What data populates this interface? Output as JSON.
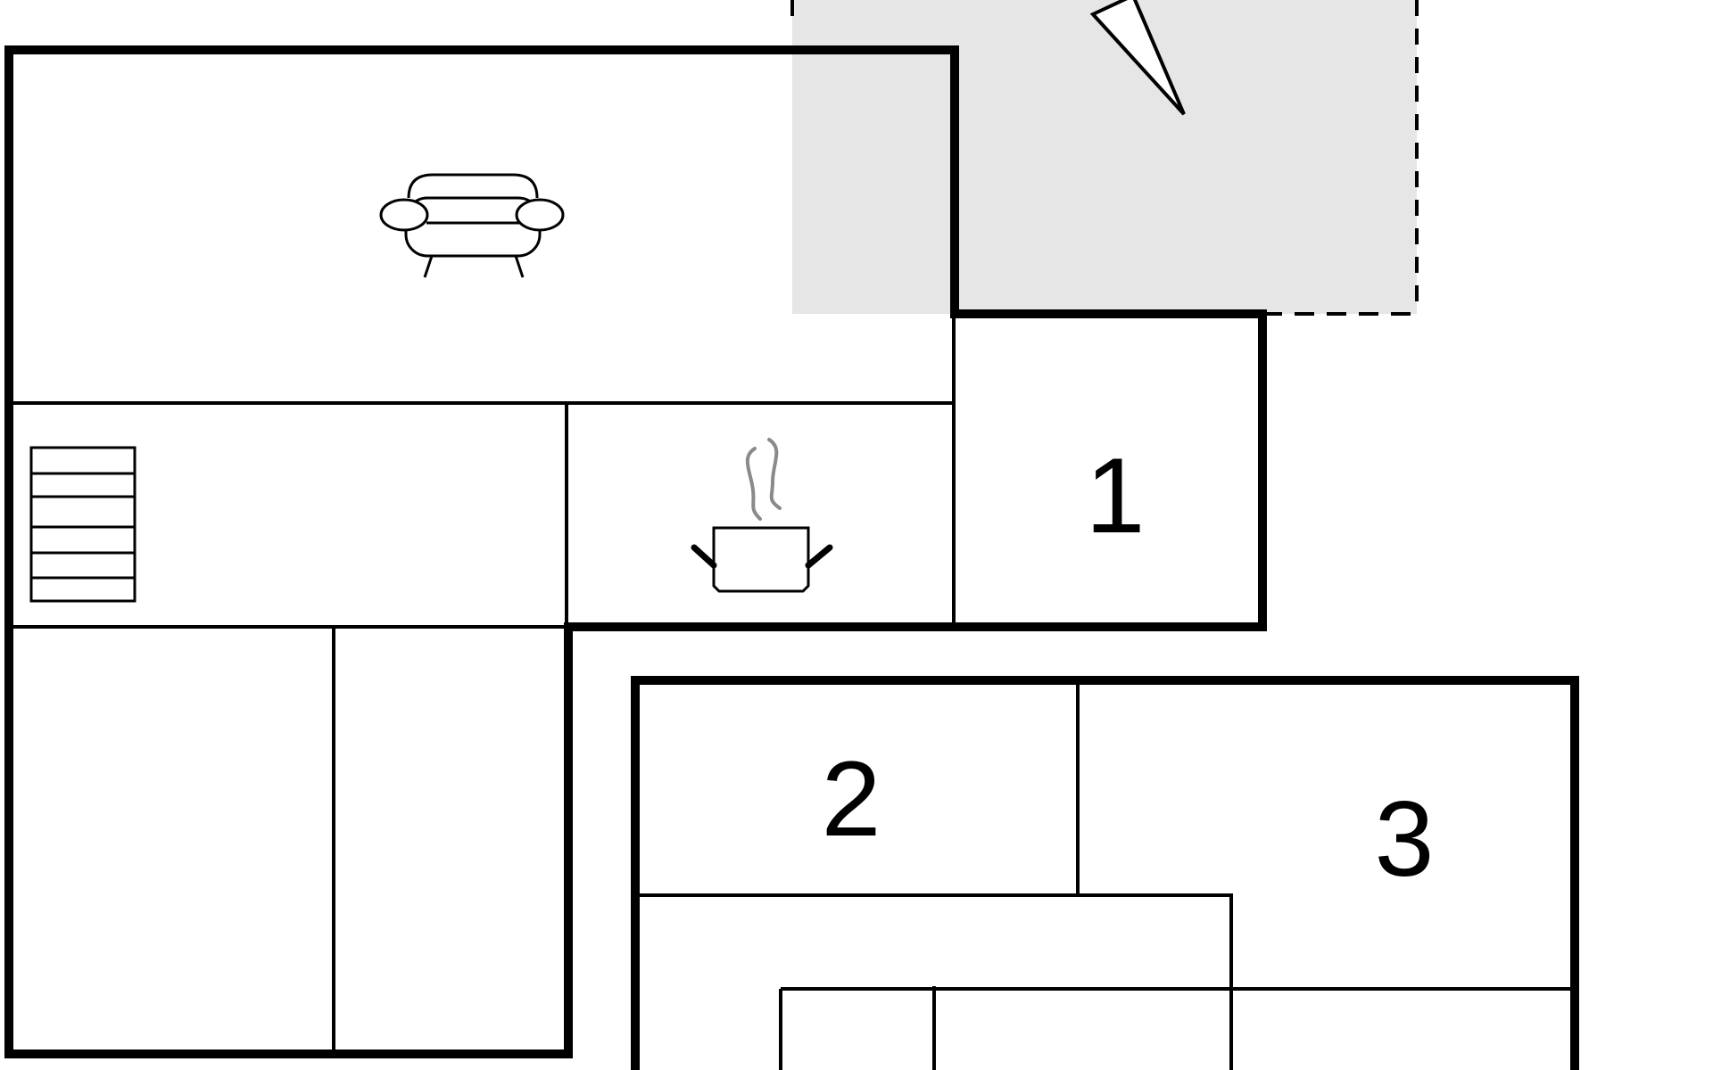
{
  "floorplan": {
    "rooms": [
      {
        "id": "bedroom-1",
        "label": "1"
      },
      {
        "id": "bedroom-2",
        "label": "2"
      },
      {
        "id": "bedroom-3",
        "label": "3"
      }
    ],
    "icons": [
      "sofa-icon",
      "stairs-icon",
      "cooking-pot-icon",
      "north-arrow-icon"
    ],
    "colors": {
      "wall": "#000000",
      "terrace_fill": "#e6e6e6",
      "steam": "#8a8a8a",
      "background": "#ffffff"
    }
  }
}
